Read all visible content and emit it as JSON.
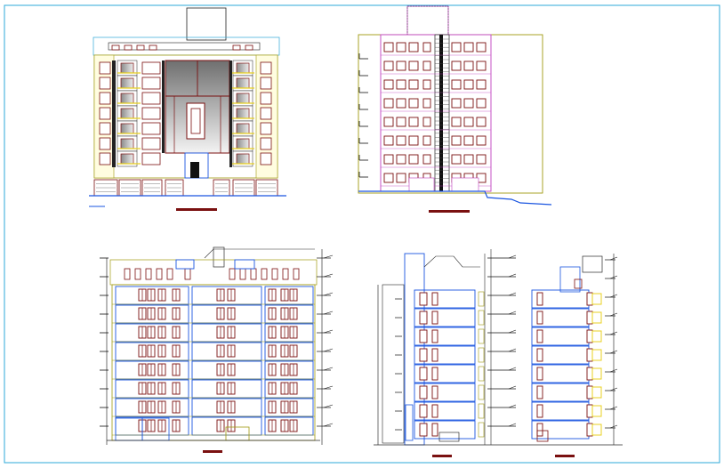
{
  "drawing": {
    "kind": "building elevations and sections (CAD sheet)",
    "frame_color": "#2ea8d8",
    "views": [
      {
        "id": "front-elevation",
        "floors": 7,
        "caption": ""
      },
      {
        "id": "side-elevation",
        "floors": 8,
        "caption": ""
      },
      {
        "id": "longitudinal-section",
        "floors": 8,
        "caption": ""
      },
      {
        "id": "cross-section",
        "floors": 8,
        "caption": ""
      }
    ],
    "palette": {
      "outline": "#2a2a2a",
      "window": "#7a1010",
      "blue": "#1a55e0",
      "olive": "#a09a10",
      "magenta": "#c040c0",
      "yellow": "#e8d020",
      "grey_dark": "#777777",
      "grey_light": "#f2f2f2"
    }
  }
}
